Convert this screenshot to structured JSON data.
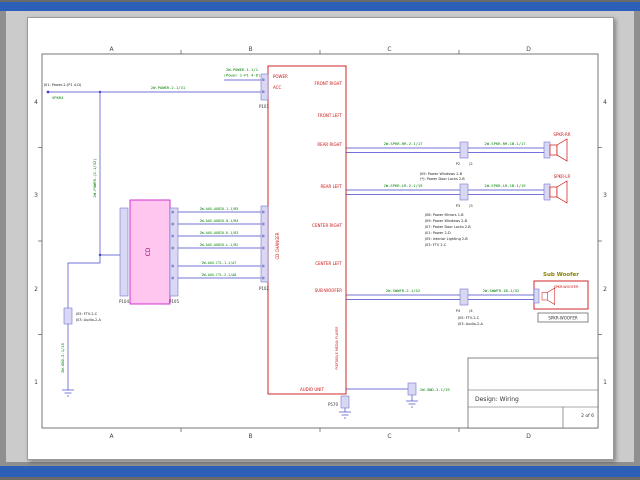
{
  "sheet": {
    "grid_columns": [
      "A",
      "B",
      "C",
      "D"
    ],
    "grid_rows": [
      "4",
      "3",
      "2",
      "1"
    ],
    "title_block": {
      "design": "Design: Wiring",
      "page": "2 of 6"
    }
  },
  "head_unit": {
    "name": "AUDIO UNIT",
    "power_port": "POWER",
    "acc_port": "ACC",
    "right_ports": [
      "FRONT RIGHT",
      "FRONT LEFT",
      "REAR RIGHT",
      "REAR LEFT",
      "CENTER RIGHT",
      "CENTER LEFT",
      "SUB-WOOFER"
    ],
    "left_port": "CD CHANGER",
    "bottom_port": "PORTABLE MEDIA PLAYER",
    "connectors": {
      "power": "P101",
      "aux": "P102",
      "ground": "P570"
    }
  },
  "cd_changer": {
    "name": "CD",
    "left_connector": "P104",
    "right_connector": "P105"
  },
  "inline_connectors": {
    "rr": [
      "P2",
      "J2"
    ],
    "lr": [
      "P3",
      "J3"
    ],
    "woofer": [
      "P4",
      "J4"
    ]
  },
  "speakers": {
    "rear_right": "SPKR-RR",
    "rear_left": "SPKR-LR",
    "woofer_heading": "Sub Woofer",
    "woofer_name": "SPKR-WOOFER",
    "woofer_tag": "SPKR-WOOFER"
  },
  "wires": {
    "power_main": "2W-POWER-1-1/1",
    "power_main_ref": "(Power 1-P1 4-D)",
    "power_feed": "2W-POWER-2-1/31",
    "power_branch": "2W-POWER-(2-1/32)",
    "spkr_net": "SPKR4",
    "aux": [
      "2W-AUX-AUDIO-1-1/B5",
      "2W-AUX-AUDIO-0-1/B4",
      "2W-AUX-AUDIO-R-1/B3",
      "2W-AUX-AUDIO-L-1/B2",
      "2W-AUX-CTL-1-1/A7",
      "2W-AUX-CTL-2-1/A8"
    ],
    "rr_in": "2W-SPKR-RR-2-1/17",
    "rr_out": "2W-SPKR-RR-1B-1/17",
    "lr_in": "2W-SPKR-LR-2-1/19",
    "lr_out": "2W-SPKR-LR-1B-1/19",
    "woofer_in": "2W-SWWFR-2-1/52",
    "woofer_out": "2W-SWWFR-1B-1/52",
    "ground_right": "2W-GND-3-1/19",
    "ground_left": "2W-GND-2-1/16"
  },
  "notes": {
    "power_source": "J01: Power-2-(P1 4-D)",
    "lr_note1": "J09: Power Windows 2-B",
    "lr_note2": "(*): Power Door Locks 2-B",
    "junction_list": [
      "J08: Power Mirrors 1-B",
      "J09: Power Windows 2-B",
      "J07: Power Door Locks 2-B",
      "J01: Power 2-D",
      "J05: Interior Lighting 2-B",
      "J03: FTV 2-C"
    ],
    "left_ref1": "J05: FTV-2-C",
    "left_ref2": "J03: Audio-2-A"
  },
  "colors": {
    "accent": "#2b5fb8",
    "wire": "#4444cc",
    "label": "#008000",
    "device": "#cc1111",
    "connfill": "#d8d8f4",
    "connstroke": "#7777cc",
    "cdfill": "#ffc6ef",
    "cdstroke": "#cc22cc",
    "woofertitle": "#8a8000"
  }
}
